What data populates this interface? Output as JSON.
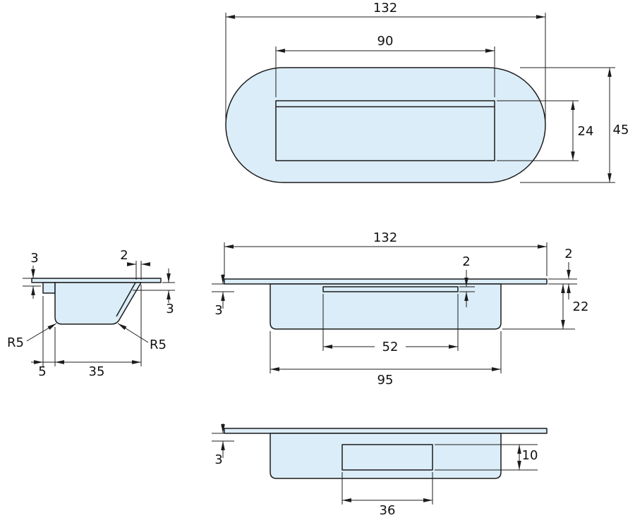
{
  "colors": {
    "part_fill": "#dbedf8",
    "line_color": "#1c1c1c",
    "background": "#ffffff"
  },
  "views": {
    "top": {
      "dims": {
        "overall_width": "132",
        "recess_width": "90",
        "recess_height": "24",
        "overall_height": "45"
      }
    },
    "front": {
      "dims": {
        "overall_width": "132",
        "flange_thickness": "2",
        "lip_thickness": "2",
        "lip_offset": "3",
        "body_depth": "22",
        "recess_width": "52",
        "body_width": "95"
      }
    },
    "section": {
      "dims": {
        "left_height": "3",
        "lip_top_thickness": "2",
        "right_height": "3",
        "radius_left": "R5",
        "radius_right": "R5",
        "tab_offset": "5",
        "cup_width": "35"
      }
    },
    "bottom": {
      "dims": {
        "lip_offset": "3",
        "recess_depth": "10",
        "recess_width": "36"
      }
    }
  }
}
